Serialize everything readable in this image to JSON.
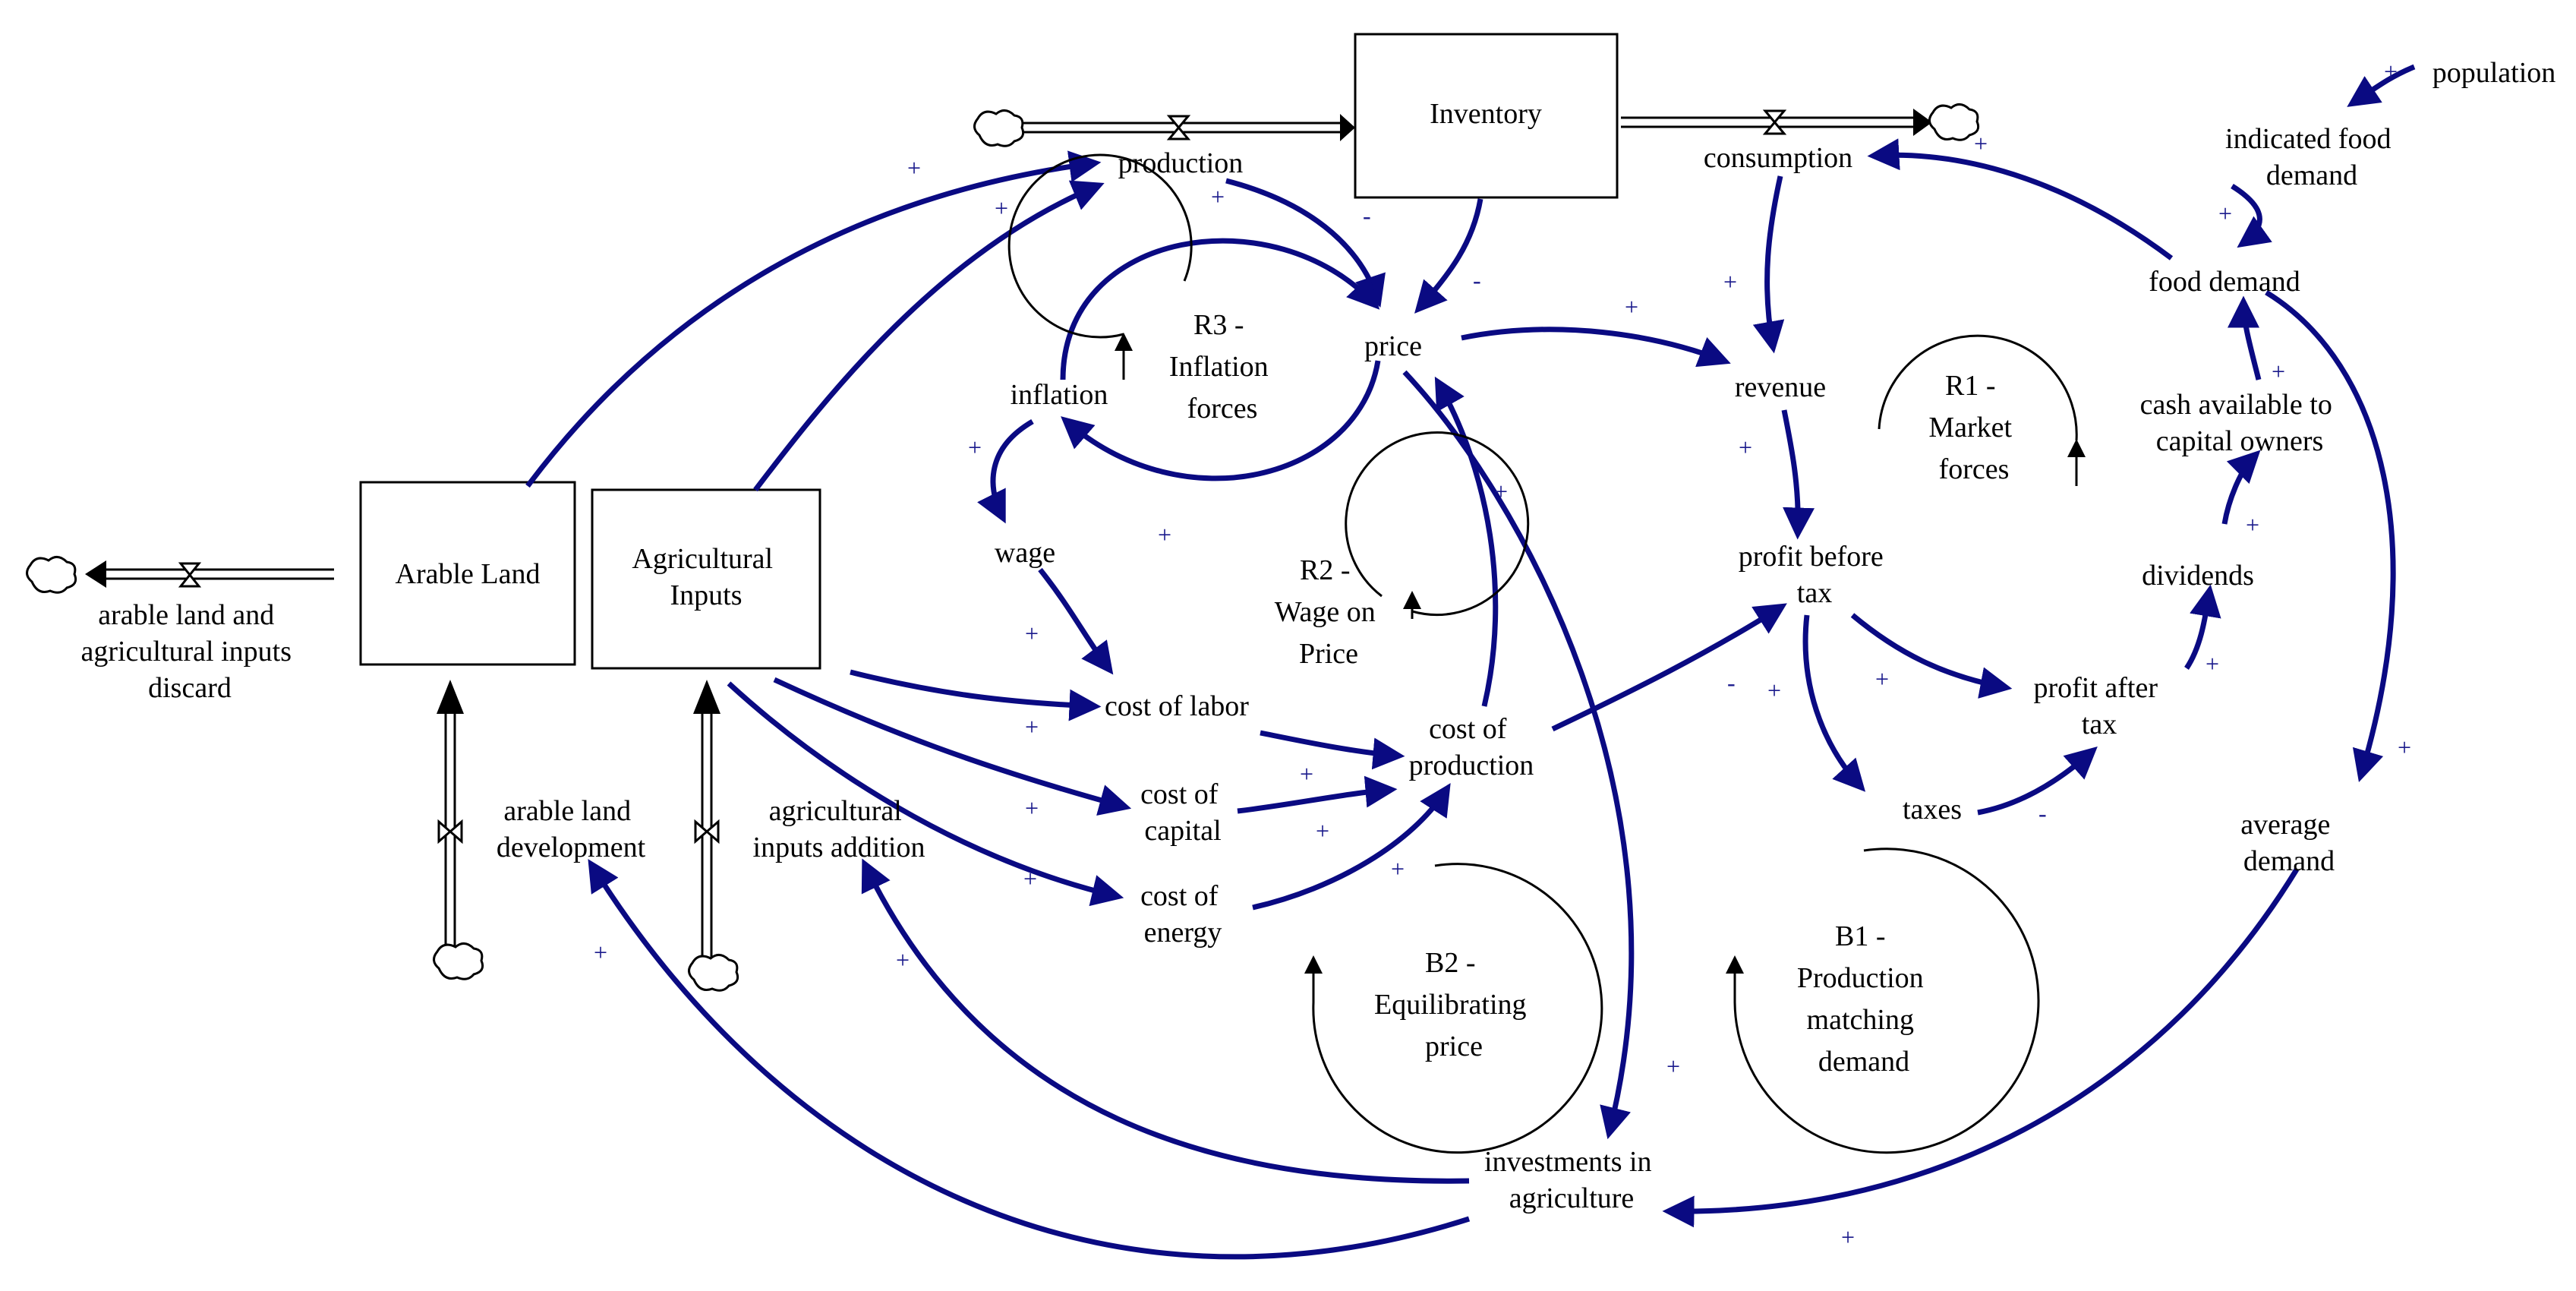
{
  "stocks": {
    "inventory": "Inventory",
    "arable_land": "Arable Land",
    "agricultural_inputs": [
      "Agricultural",
      "Inputs"
    ]
  },
  "flows": {
    "production": "production",
    "consumption": "consumption",
    "discard": [
      "arable land and",
      "agricultural inputs",
      "discard"
    ],
    "arable_land_development": [
      "arable land",
      "development"
    ],
    "agricultural_inputs_addition": [
      "agricultural",
      "inputs addition"
    ]
  },
  "variables": {
    "population": "population",
    "indicated_food_demand": [
      "indicated food",
      "demand"
    ],
    "food_demand": "food demand",
    "cash_available": [
      "cash available to",
      "capital owners"
    ],
    "dividends": "dividends",
    "profit_after_tax": [
      "profit after",
      "tax"
    ],
    "average_demand": [
      "average",
      "demand"
    ],
    "taxes": "taxes",
    "profit_before_tax": [
      "profit before",
      "tax"
    ],
    "revenue": "revenue",
    "price": "price",
    "inflation": "inflation",
    "wage": "wage",
    "cost_of_labor": "cost of labor",
    "cost_of_capital": [
      "cost of",
      "capital"
    ],
    "cost_of_energy": [
      "cost of",
      "energy"
    ],
    "cost_of_production": [
      "cost of",
      "production"
    ],
    "investments": [
      "investments in",
      "agriculture"
    ]
  },
  "loops": {
    "r1": [
      "R1 -",
      "Market",
      "forces"
    ],
    "r2": [
      "R2 -",
      "Wage on",
      "Price"
    ],
    "r3": [
      "R3 -",
      "Inflation",
      "forces"
    ],
    "b1": [
      "B1 -",
      "Production",
      "matching",
      "demand"
    ],
    "b2": [
      "B2 -",
      "Equilibrating",
      "price"
    ]
  },
  "polarity": {
    "plus": "+",
    "minus": "-"
  },
  "colors": {
    "link": "#0a0a82",
    "polarity": "#1a1a8c",
    "stock_border": "#000000"
  }
}
